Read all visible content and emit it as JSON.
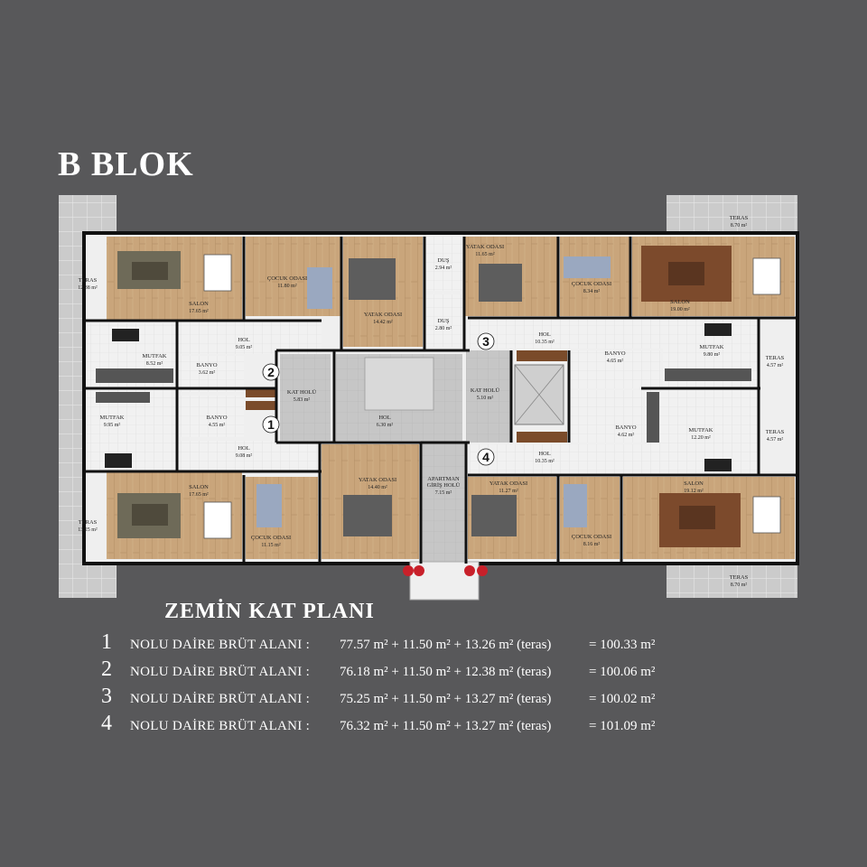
{
  "title": "B BLOK",
  "plan_heading": "ZEMİN KAT PLANI",
  "rooms": [
    {
      "name": "TERAS",
      "area": "12.38 m²",
      "type": "terrace"
    },
    {
      "name": "TERAS",
      "area": "13.25 m²",
      "type": "terrace"
    },
    {
      "name": "TERAS",
      "area": "8.70 m²",
      "type": "terrace"
    },
    {
      "name": "TERAS",
      "area": "8.70 m²",
      "type": "terrace"
    },
    {
      "name": "TERAS",
      "area": "4.57 m²",
      "type": "terrace"
    },
    {
      "name": "TERAS",
      "area": "4.57 m²",
      "type": "terrace"
    },
    {
      "name": "SALON",
      "area": "17.65 m²",
      "type": "wood"
    },
    {
      "name": "SALON",
      "area": "17.65 m²",
      "type": "wood"
    },
    {
      "name": "SALON",
      "area": "19.00 m²",
      "type": "wood"
    },
    {
      "name": "SALON",
      "area": "19.12 m²",
      "type": "wood"
    },
    {
      "name": "ÇOCUK ODASI",
      "area": "11.80 m²",
      "type": "wood"
    },
    {
      "name": "ÇOCUK ODASI",
      "area": "11.15 m²",
      "type": "wood"
    },
    {
      "name": "ÇOCUK ODASI",
      "area": "8.34 m²",
      "type": "wood"
    },
    {
      "name": "ÇOCUK ODASI",
      "area": "8.16 m²",
      "type": "wood"
    },
    {
      "name": "YATAK ODASI",
      "area": "14.42 m²",
      "type": "wood"
    },
    {
      "name": "YATAK ODASI",
      "area": "11.65 m²",
      "type": "wood"
    },
    {
      "name": "YATAK ODASI",
      "area": "14.40 m²",
      "type": "wood"
    },
    {
      "name": "YATAK ODASI",
      "area": "11.27 m²",
      "type": "wood"
    },
    {
      "name": "DUŞ",
      "area": "2.94 m²",
      "type": "tile"
    },
    {
      "name": "DUŞ",
      "area": "2.80 m²",
      "type": "tile"
    },
    {
      "name": "HOL",
      "area": "9.05 m²",
      "type": "tile"
    },
    {
      "name": "HOL",
      "area": "9.08 m²",
      "type": "tile"
    },
    {
      "name": "HOL",
      "area": "10.35 m²",
      "type": "tile"
    },
    {
      "name": "HOL",
      "area": "10.35 m²",
      "type": "tile"
    },
    {
      "name": "MUTFAK",
      "area": "8.52 m²",
      "type": "tile"
    },
    {
      "name": "MUTFAK",
      "area": "9.95 m²",
      "type": "tile"
    },
    {
      "name": "MUTFAK",
      "area": "9.80 m²",
      "type": "tile"
    },
    {
      "name": "MUTFAK",
      "area": "12.20 m²",
      "type": "tile"
    },
    {
      "name": "BANYO",
      "area": "3.62 m²",
      "type": "tile"
    },
    {
      "name": "BANYO",
      "area": "4.55 m²",
      "type": "tile"
    },
    {
      "name": "BANYO",
      "area": "4.65 m²",
      "type": "tile"
    },
    {
      "name": "BANYO",
      "area": "4.62 m²",
      "type": "tile"
    },
    {
      "name": "KAT HOLÜ",
      "area": "5.83 m²",
      "type": "core"
    },
    {
      "name": "KAT HOLÜ",
      "area": "5.10 m²",
      "type": "core"
    },
    {
      "name": "HOL",
      "area": "6.30 m²",
      "type": "core"
    },
    {
      "name": "APARTMAN GİRİŞ HOLÜ",
      "area": "7.15 m²",
      "type": "core"
    }
  ],
  "unit_numbers": [
    "1",
    "2",
    "3",
    "4"
  ],
  "units": [
    {
      "num": "1",
      "label": "NOLU DAİRE BRÜT ALANI :",
      "formula": "77.57 m² + 11.50 m² + 13.26 m² (teras)",
      "total": "=  100.33 m²"
    },
    {
      "num": "2",
      "label": "NOLU DAİRE BRÜT ALANI :",
      "formula": "76.18 m² + 11.50 m² + 12.38 m² (teras)",
      "total": "=  100.06 m²"
    },
    {
      "num": "3",
      "label": "NOLU DAİRE BRÜT ALANI :",
      "formula": "75.25 m² + 11.50 m² + 13.27 m² (teras)",
      "total": "=  100.02 m²"
    },
    {
      "num": "4",
      "label": "NOLU DAİRE BRÜT ALANI :",
      "formula": "76.32 m² + 11.50 m² + 13.27 m² (teras)",
      "total": "=  101.09 m²"
    }
  ],
  "colors": {
    "background": "#58585a",
    "wood": "#c9a57b",
    "tile": "#f0f0f0",
    "terrace": "#c8c8c8",
    "core": "#c9c9c9",
    "wall": "#111111"
  }
}
